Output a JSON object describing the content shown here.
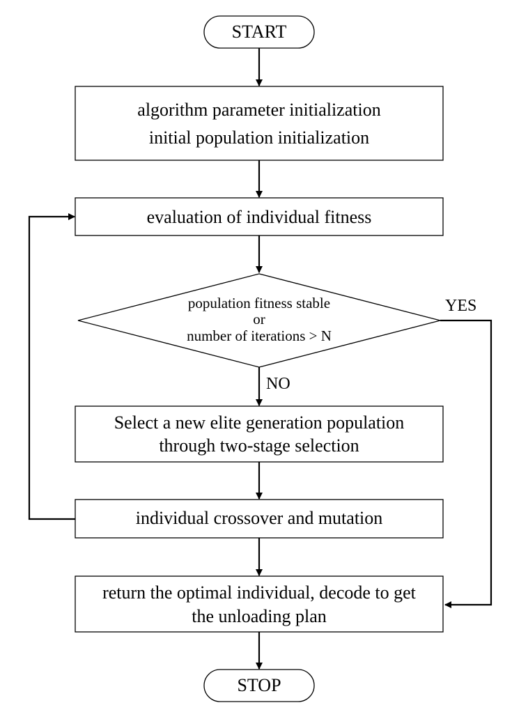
{
  "nodes": {
    "start": "START",
    "init_line1": "algorithm parameter initialization",
    "init_line2": "initial population initialization",
    "evaluate": "evaluation of individual fitness",
    "decision_line1": "population fitness stable",
    "decision_line2": "or",
    "decision_line3": "number of iterations > N",
    "select_line1": "Select a new elite generation population",
    "select_line2": "through two-stage selection",
    "crossover": "individual crossover and mutation",
    "return_line1": "return the optimal individual, decode to get",
    "return_line2": "the unloading plan",
    "stop": "STOP"
  },
  "edge_labels": {
    "yes": "YES",
    "no": "NO"
  }
}
